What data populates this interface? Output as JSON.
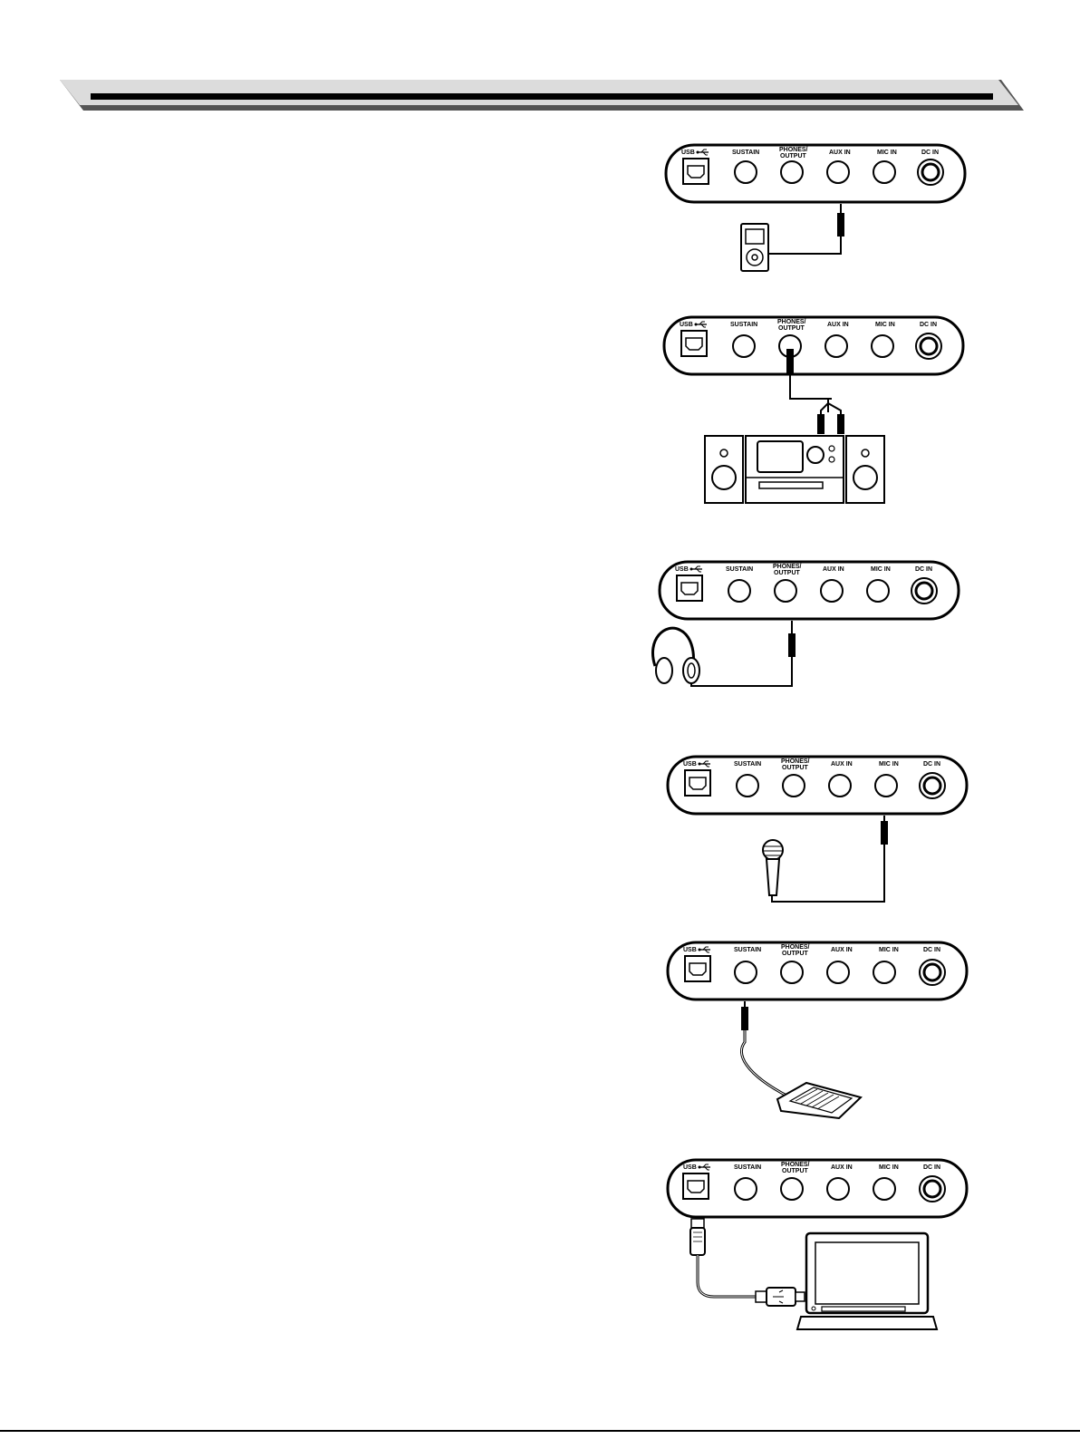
{
  "panel_labels": {
    "usb": "USB",
    "sustain": "SUSTAIN",
    "phones_line1": "PHONES/",
    "phones_line2": "OUTPUT",
    "aux_in": "AUX IN",
    "mic_in": "MIC IN",
    "dc_in": "DC IN"
  },
  "diagrams": [
    {
      "device": "mp3-player",
      "jack": "aux_in"
    },
    {
      "device": "stereo-system",
      "jack": "phones_output"
    },
    {
      "device": "headphones",
      "jack": "phones_output"
    },
    {
      "device": "microphone",
      "jack": "mic_in"
    },
    {
      "device": "sustain-pedal",
      "jack": "sustain"
    },
    {
      "device": "laptop",
      "jack": "usb"
    }
  ],
  "colors": {
    "ink": "#000000",
    "header_gray": "#d9d9d9",
    "header_shadow": "#555555"
  }
}
